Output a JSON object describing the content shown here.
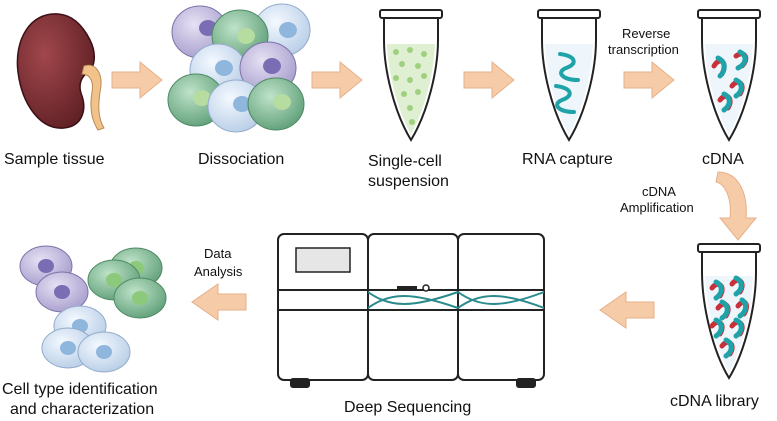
{
  "steps": {
    "sample_tissue": "Sample tissue",
    "dissociation": "Dissociation",
    "single_cell_line1": "Single-cell",
    "single_cell_line2": "suspension",
    "rna_capture": "RNA capture",
    "cdna": "cDNA",
    "cdna_library": "cDNA library",
    "deep_sequencing": "Deep Sequencing",
    "cell_type_line1": "Cell type identification",
    "cell_type_line2": "and characterization"
  },
  "arrow_labels": {
    "reverse_line1": "Reverse",
    "reverse_line2": "transcription",
    "amplification_line1": "cDNA",
    "amplification_line2": "Amplification",
    "analysis_line1": "Data",
    "analysis_line2": "Analysis"
  },
  "colors": {
    "arrow_fill": "#f6cba7",
    "arrow_stroke": "#e6b08a",
    "kidney": "#7a2f33",
    "ureter": "#f2c28b",
    "cell_purple": "#b9b1d9",
    "cell_green": "#79b58e",
    "cell_blue": "#cfe0f2",
    "strand_teal": "#1fa3a8",
    "strand_red": "#c8303a",
    "outline": "#222222"
  }
}
